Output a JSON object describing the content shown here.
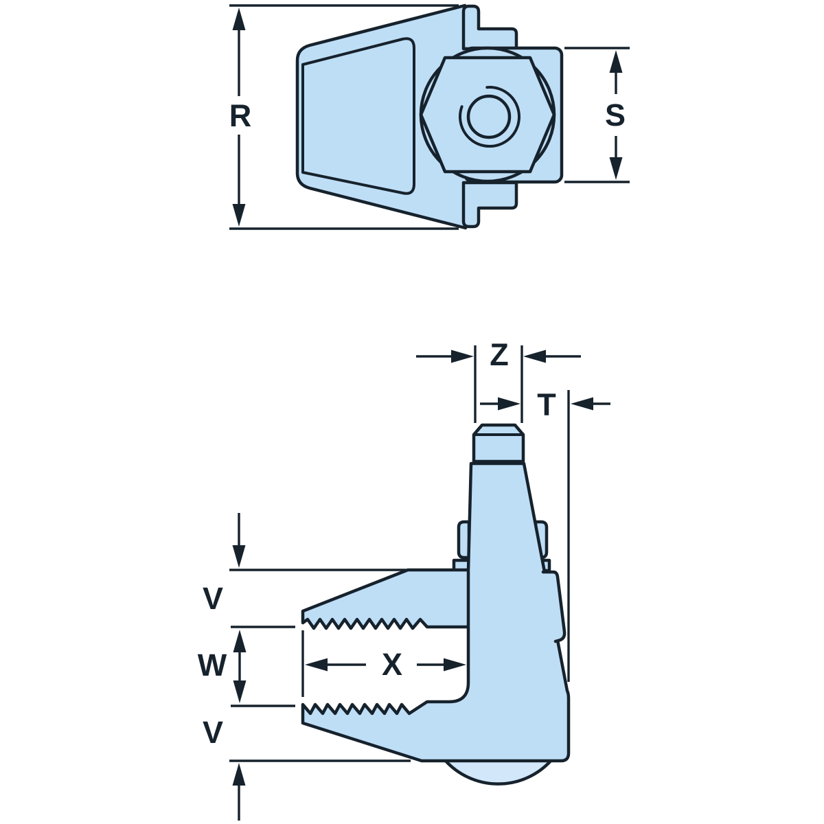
{
  "drawing": {
    "type": "technical-diagram",
    "subject": "beam clamp with square nut and serrated jaw, two orthographic views",
    "colors": {
      "line": "#16222c",
      "body_fill": "#bedef6",
      "body_fill_light": "#d2e7f9",
      "background": "#ffffff"
    },
    "labels": {
      "r": "R",
      "s": "S",
      "z": "Z",
      "t": "T",
      "v_top": "V",
      "w": "W",
      "v_bottom": "V",
      "x": "X"
    },
    "views": [
      {
        "name": "front-view",
        "dimension_labels": [
          "R",
          "S"
        ]
      },
      {
        "name": "side-view",
        "dimension_labels": [
          "Z",
          "T",
          "V",
          "W",
          "V",
          "X"
        ]
      }
    ]
  }
}
